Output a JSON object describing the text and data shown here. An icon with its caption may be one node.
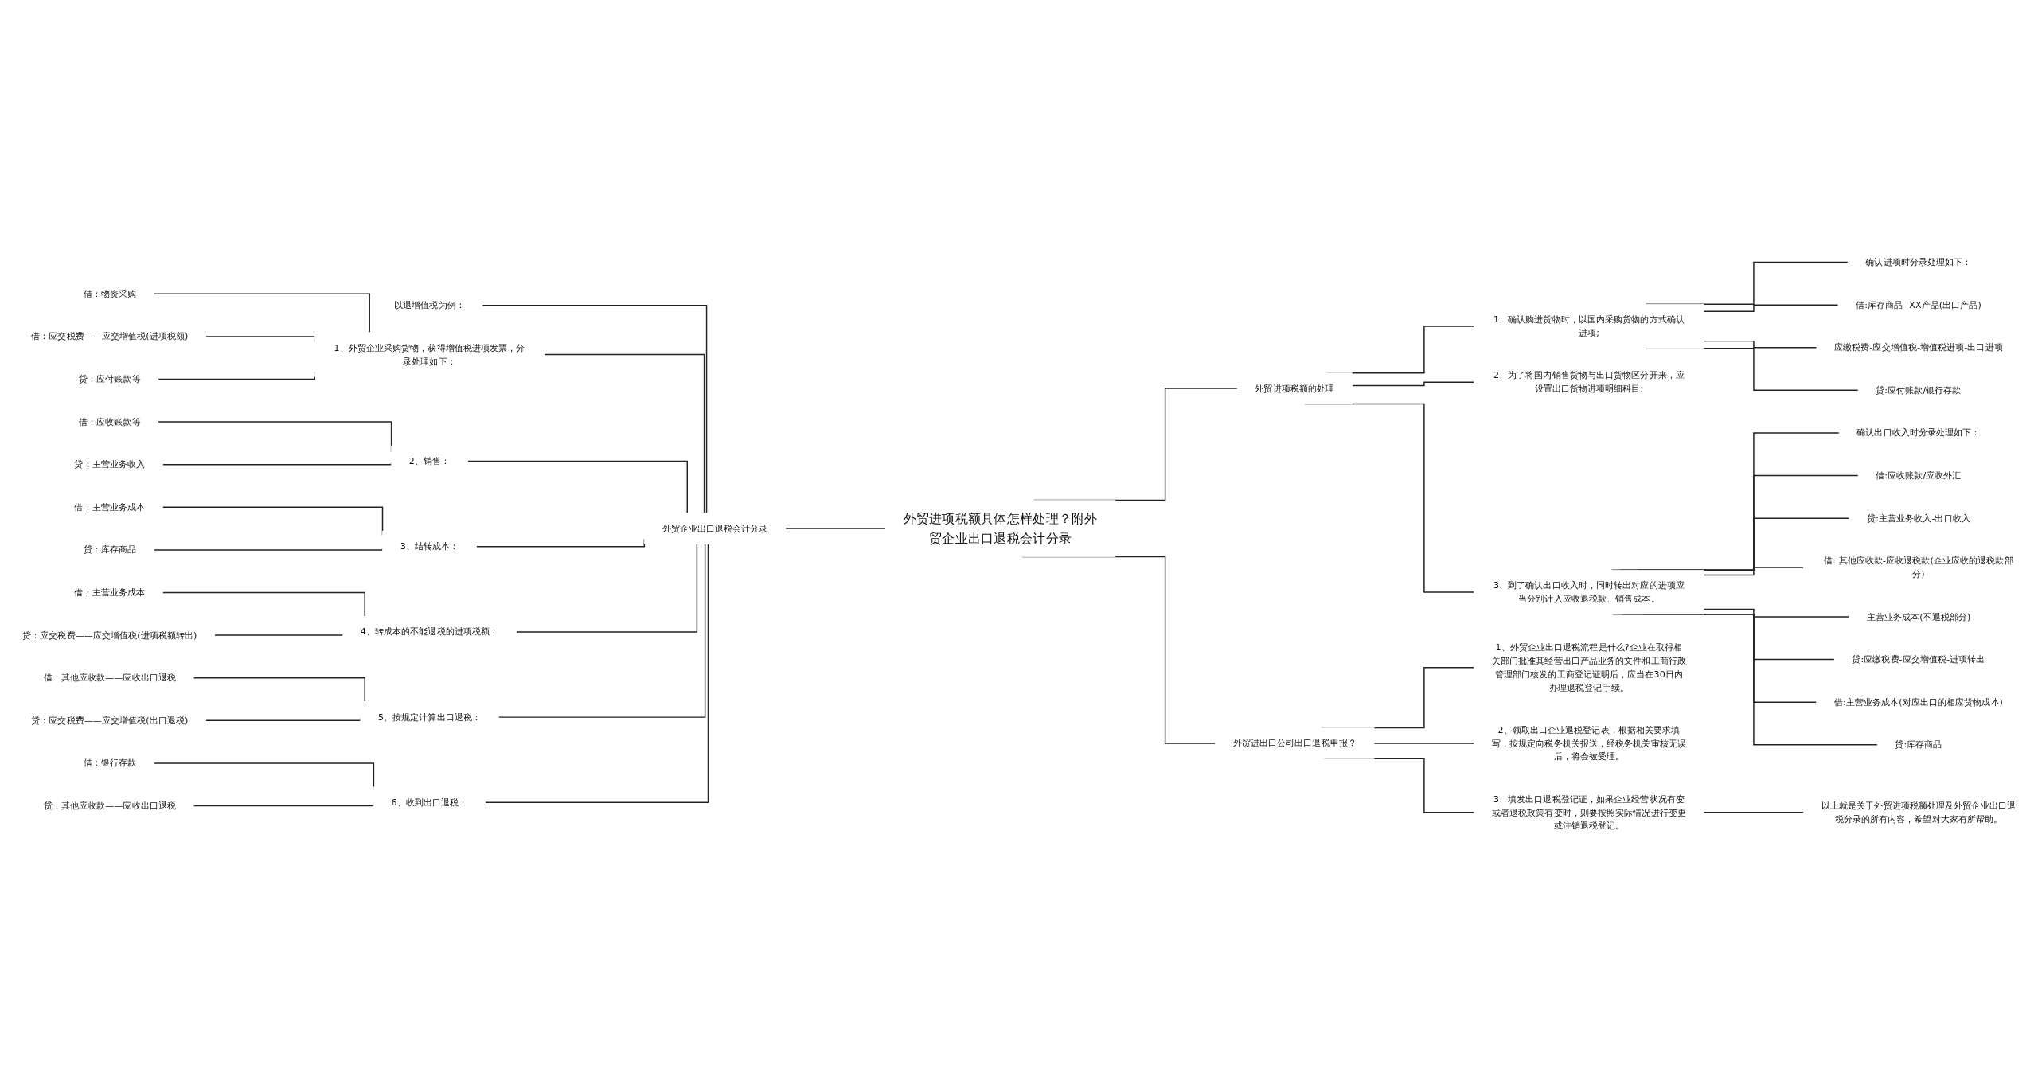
{
  "diagram": {
    "nodes": [
      {
        "text": [
          "外贸进项税额具体怎样处理？附外贸企业出口退税会计分录"
        ]
      },
      {
        "text": [
          "外贸企业出口退税会计分录"
        ]
      },
      {
        "text": [
          "以退增值税为例："
        ]
      },
      {
        "text": [
          "1、外贸企业采购货物，获得增值税进项发票，分录处理如下："
        ]
      },
      {
        "text": [
          "借：物资采购"
        ]
      },
      {
        "text": [
          "借：应交税费——应交增值税(进项税额)"
        ]
      },
      {
        "text": [
          "贷：应付账款等"
        ]
      },
      {
        "text": [
          "2、销售："
        ]
      },
      {
        "text": [
          "借：应收账款等"
        ]
      },
      {
        "text": [
          "贷：主营业务收入"
        ]
      },
      {
        "text": [
          "3、结转成本："
        ]
      },
      {
        "text": [
          "借：主营业务成本"
        ]
      },
      {
        "text": [
          "贷：库存商品"
        ]
      },
      {
        "text": [
          "4、转成本的不能退税的进项税额："
        ]
      },
      {
        "text": [
          "借：主营业务成本"
        ]
      },
      {
        "text": [
          "贷：应交税费——应交增值税(进项税额转出)"
        ]
      },
      {
        "text": [
          "5、按规定计算出口退税："
        ]
      },
      {
        "text": [
          "借：其他应收款——应收出口退税"
        ]
      },
      {
        "text": [
          "贷：应交税费——应交增值税(出口退税)"
        ]
      },
      {
        "text": [
          "6、收到出口退税："
        ]
      },
      {
        "text": [
          "借：银行存款"
        ]
      },
      {
        "text": [
          "贷：其他应收款——应收出口退税"
        ]
      },
      {
        "text": [
          "外贸进项税额的处理"
        ]
      },
      {
        "text": [
          "1、确认购进货物时，以国内采购货物的方式确认进项;"
        ]
      },
      {
        "text": [
          "确认进项时分录处理如下："
        ]
      },
      {
        "text": [
          "借:库存商品--XX产品(出口产品)"
        ]
      },
      {
        "text": [
          "应缴税费-应交增值税-增值税进项-出口进项"
        ]
      },
      {
        "text": [
          "贷:应付账款/银行存款"
        ]
      },
      {
        "text": [
          "2、为了将国内销售货物与出口货物区分开来，应设置出口货物进项明细科目;"
        ]
      },
      {
        "text": [
          "3、到了确认出口收入时，同时转出对应的进项应当分别计入应收退税款、销售成本。"
        ]
      },
      {
        "text": [
          "确认出口收入时分录处理如下："
        ]
      },
      {
        "text": [
          "借:应收账款/应收外汇"
        ]
      },
      {
        "text": [
          "贷:主营业务收入-出口收入"
        ]
      },
      {
        "text": [
          "借: 其他应收款-应收退税款(企业应收的退税款部分)"
        ]
      },
      {
        "text": [
          "主营业务成本(不退税部分)"
        ]
      },
      {
        "text": [
          "贷:应缴税费-应交增值税-进项转出"
        ]
      },
      {
        "text": [
          "借:主营业务成本(对应出口的相应货物成本)"
        ]
      },
      {
        "text": [
          "贷:库存商品"
        ]
      },
      {
        "text": [
          "外贸进出口公司出口退税申报？"
        ]
      },
      {
        "text": [
          "1、外贸企业出口退税流程是什么?企业在取得相关部门批准其经营出口产品业务的文件和工商行政管理部门核发的工商登记证明后，应当在30日内办理退税登记手续。"
        ]
      },
      {
        "text": [
          "2、领取出口企业退税登记表，根据相关要求填写，按规定向税务机关报送，经税务机关审核无误后，将会被受理。"
        ]
      },
      {
        "text": [
          "3、填发出口退税登记证，如果企业经营状况有变或者退税政策有变时，则要按照实际情况进行变更或注销退税登记。"
        ]
      },
      {
        "text": [
          "以上就是关于外贸进项税额处理及外贸企业出口退税分录的所有内容，希望对大家有所帮助。"
        ]
      }
    ],
    "edges": [
      {
        "from": 0,
        "to": 1,
        "arrow": "none"
      },
      {
        "from": 1,
        "to": 2,
        "arrow": "none"
      },
      {
        "from": 1,
        "to": 3,
        "arrow": "none"
      },
      {
        "from": 3,
        "to": 4,
        "arrow": "none"
      },
      {
        "from": 3,
        "to": 5,
        "arrow": "none"
      },
      {
        "from": 3,
        "to": 6,
        "arrow": "none"
      },
      {
        "from": 1,
        "to": 7,
        "arrow": "none"
      },
      {
        "from": 7,
        "to": 8,
        "arrow": "none"
      },
      {
        "from": 7,
        "to": 9,
        "arrow": "none"
      },
      {
        "from": 1,
        "to": 10,
        "arrow": "none"
      },
      {
        "from": 10,
        "to": 11,
        "arrow": "none"
      },
      {
        "from": 10,
        "to": 12,
        "arrow": "none"
      },
      {
        "from": 1,
        "to": 13,
        "arrow": "none"
      },
      {
        "from": 13,
        "to": 14,
        "arrow": "none"
      },
      {
        "from": 13,
        "to": 15,
        "arrow": "none"
      },
      {
        "from": 1,
        "to": 16,
        "arrow": "none"
      },
      {
        "from": 16,
        "to": 17,
        "arrow": "none"
      },
      {
        "from": 16,
        "to": 18,
        "arrow": "none"
      },
      {
        "from": 1,
        "to": 19,
        "arrow": "none"
      },
      {
        "from": 19,
        "to": 20,
        "arrow": "none"
      },
      {
        "from": 19,
        "to": 21,
        "arrow": "none"
      },
      {
        "from": 0,
        "to": 22,
        "arrow": "none"
      },
      {
        "from": 22,
        "to": 23,
        "arrow": "none"
      },
      {
        "from": 23,
        "to": 24,
        "arrow": "none"
      },
      {
        "from": 23,
        "to": 25,
        "arrow": "none"
      },
      {
        "from": 23,
        "to": 26,
        "arrow": "none"
      },
      {
        "from": 23,
        "to": 27,
        "arrow": "none"
      },
      {
        "from": 22,
        "to": 28,
        "arrow": "none"
      },
      {
        "from": 22,
        "to": 29,
        "arrow": "none"
      },
      {
        "from": 29,
        "to": 30,
        "arrow": "none"
      },
      {
        "from": 29,
        "to": 31,
        "arrow": "none"
      },
      {
        "from": 29,
        "to": 32,
        "arrow": "none"
      },
      {
        "from": 29,
        "to": 33,
        "arrow": "none"
      },
      {
        "from": 29,
        "to": 34,
        "arrow": "none"
      },
      {
        "from": 29,
        "to": 35,
        "arrow": "none"
      },
      {
        "from": 29,
        "to": 36,
        "arrow": "none"
      },
      {
        "from": 29,
        "to": 37,
        "arrow": "none"
      },
      {
        "from": 0,
        "to": 38,
        "arrow": "none"
      },
      {
        "from": 38,
        "to": 39,
        "arrow": "none"
      },
      {
        "from": 38,
        "to": 40,
        "arrow": "none"
      },
      {
        "from": 38,
        "to": 41,
        "arrow": "none"
      },
      {
        "from": 41,
        "to": 42,
        "arrow": "none"
      }
    ]
  }
}
